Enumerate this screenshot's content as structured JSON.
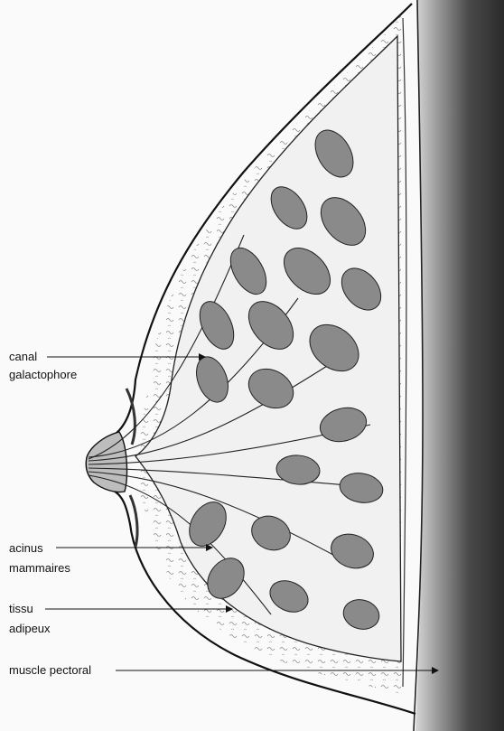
{
  "labels": {
    "canal_line1": "canal",
    "canal_line2": "galactophore",
    "acinus_line1": "acinus",
    "acinus_line2": "mammaires",
    "tissu_line1": "tissu",
    "tissu_line2": "adipeux",
    "muscle": "muscle pectoral"
  },
  "colors": {
    "paper": "#fafafa",
    "ink": "#111111",
    "lobule_fill": "#8a8a8a",
    "chest_wall": "#3a3a3a"
  }
}
